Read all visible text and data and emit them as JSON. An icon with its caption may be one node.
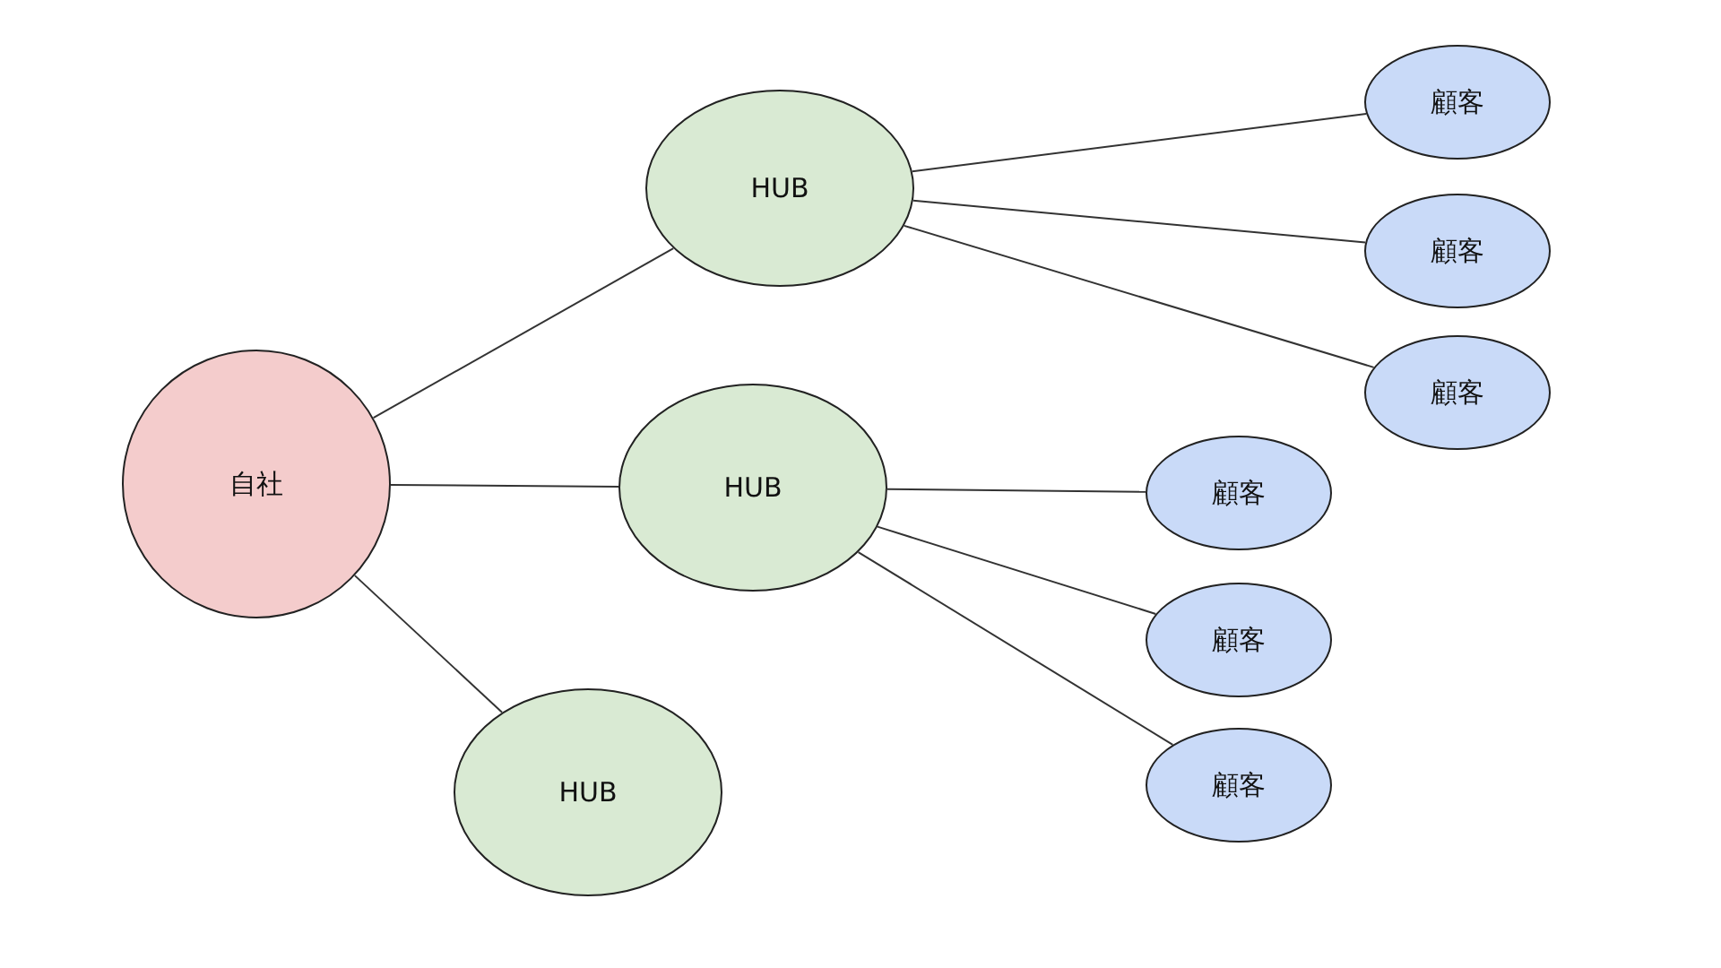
{
  "diagram": {
    "nodes": [
      {
        "text": [
          "自社"
        ]
      },
      {
        "text": [
          "HUB"
        ]
      },
      {
        "text": [
          "HUB"
        ]
      },
      {
        "text": [
          "HUB"
        ]
      },
      {
        "text": [
          "顧客"
        ]
      },
      {
        "text": [
          "顧客"
        ]
      },
      {
        "text": [
          "顧客"
        ]
      },
      {
        "text": [
          "顧客"
        ]
      },
      {
        "text": [
          "顧客"
        ]
      },
      {
        "text": [
          "顧客"
        ]
      }
    ],
    "edges": [
      {
        "from": 0,
        "to": 1,
        "arrow": "none"
      },
      {
        "from": 0,
        "to": 2,
        "arrow": "none"
      },
      {
        "from": 0,
        "to": 3,
        "arrow": "none"
      },
      {
        "from": 1,
        "to": 4,
        "arrow": "none"
      },
      {
        "from": 1,
        "to": 5,
        "arrow": "none"
      },
      {
        "from": 1,
        "to": 6,
        "arrow": "none"
      },
      {
        "from": 2,
        "to": 7,
        "arrow": "none"
      },
      {
        "from": 2,
        "to": 8,
        "arrow": "none"
      },
      {
        "from": 2,
        "to": 9,
        "arrow": "none"
      }
    ]
  }
}
